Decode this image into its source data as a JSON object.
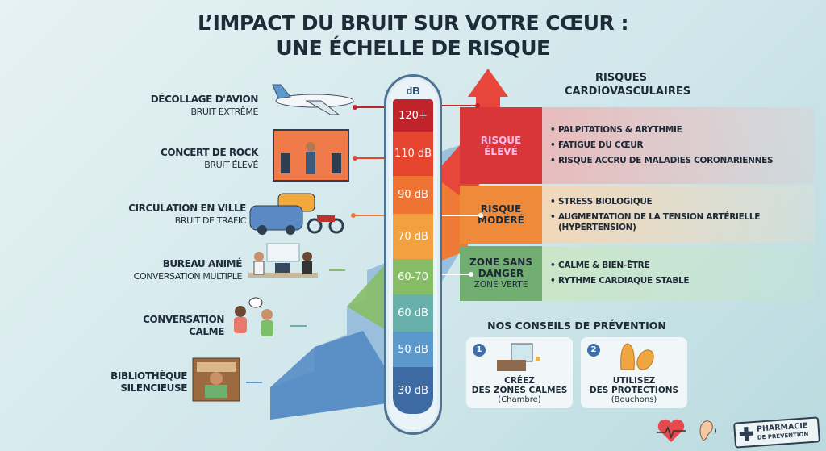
{
  "title": {
    "line1": "L’IMPACT DU BRUIT SUR VOTRE CŒUR :",
    "line2": "UNE ÉCHELLE DE RISQUE"
  },
  "scale": {
    "unit": "dB",
    "segments": [
      {
        "label": "120+",
        "color": "#c0242a"
      },
      {
        "label": "110 dB",
        "color": "#e5442f"
      },
      {
        "label": "90 dB",
        "color": "#ef7433"
      },
      {
        "label": "70 dB",
        "color": "#f3a040"
      },
      {
        "label": "60-70",
        "color": "#86bd66"
      },
      {
        "label": "60 dB",
        "color": "#68b0ac"
      },
      {
        "label": "50 dB",
        "color": "#5b98cc"
      },
      {
        "label": "30 dB",
        "color": "#3e6aa3"
      }
    ]
  },
  "sources": [
    {
      "name": "DÉCOLLAGE D'AVION",
      "detail": "BRUIT EXTRÊME",
      "icon": "airplane-icon"
    },
    {
      "name": "CONCERT DE ROCK",
      "detail": "BRUIT ÉLEVÉ",
      "icon": "concert-icon"
    },
    {
      "name": "CIRCULATION EN VILLE",
      "detail": "BRUIT DE TRAFIC",
      "icon": "traffic-icon"
    },
    {
      "name": "BUREAU ANIMÉ",
      "detail": "CONVERSATION MULTIPLE",
      "icon": "office-icon"
    },
    {
      "name": "CONVERSATION",
      "detail": "CALME",
      "icon": "conversation-icon"
    },
    {
      "name": "BIBLIOTHÈQUE",
      "detail": "SILENCIEUSE",
      "icon": "library-icon"
    }
  ],
  "risks": {
    "header_line1": "RISQUES",
    "header_line2": "CARDIOVASCULAIRES",
    "levels": [
      {
        "label1": "RISQUE",
        "label2": "ÉLEVÉ",
        "label3": "",
        "color": "#d9363a",
        "items": [
          "PALPITATIONS & ARYTHMIE",
          "FATIGUE DU CŒUR",
          "RISQUE ACCRU DE MALADIES CORONARIENNES"
        ]
      },
      {
        "label1": "RISQUE",
        "label2": "MODÉRÉ",
        "label3": "",
        "color": "#ef8a3a",
        "items": [
          "STRESS BIOLOGIQUE",
          "AUGMENTATION DE LA TENSION ARTÉRIELLE (HYPERTENSION)"
        ]
      },
      {
        "label1": "ZONE SANS",
        "label2": "DANGER",
        "label3": "ZONE VERTE",
        "color": "#72ad72",
        "items": [
          "CALME & BIEN-ÊTRE",
          "RYTHME CARDIAQUE STABLE"
        ]
      }
    ]
  },
  "prevention": {
    "title": "NOS CONSEILS DE PRÉVENTION",
    "cards": [
      {
        "num": "1",
        "line1": "CRÉEZ",
        "line2": "DES ZONES CALMES",
        "sub": "(Chambre)",
        "icon": "bedroom-icon"
      },
      {
        "num": "2",
        "line1": "UTILISEZ",
        "line2": "DES PROTECTIONS",
        "sub": "(Bouchons)",
        "icon": "earplugs-icon"
      }
    ]
  },
  "footer": {
    "logo_line1": "PHARMACIE",
    "logo_line2": "DE PREVENTION"
  }
}
